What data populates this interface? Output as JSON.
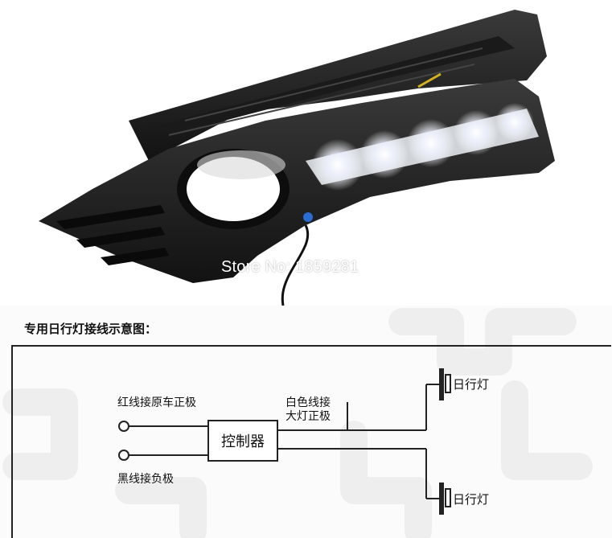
{
  "photo": {
    "watermark": "Store No: 1859281",
    "subject_icon": "led-drl-fog-lamp-grille"
  },
  "diagram": {
    "title": "专用日行灯接线示意图：",
    "red_wire_label": "红线接原车正极",
    "black_wire_label": "黑线接负极",
    "controller_label": "控制器",
    "white_wire_label_line1": "白色线接",
    "white_wire_label_line2": "大灯正极",
    "lamp_top_label": "日行灯",
    "lamp_bottom_label": "日行灯"
  },
  "colors": {
    "line": "#222222",
    "background_pattern": "#eeeeee"
  }
}
